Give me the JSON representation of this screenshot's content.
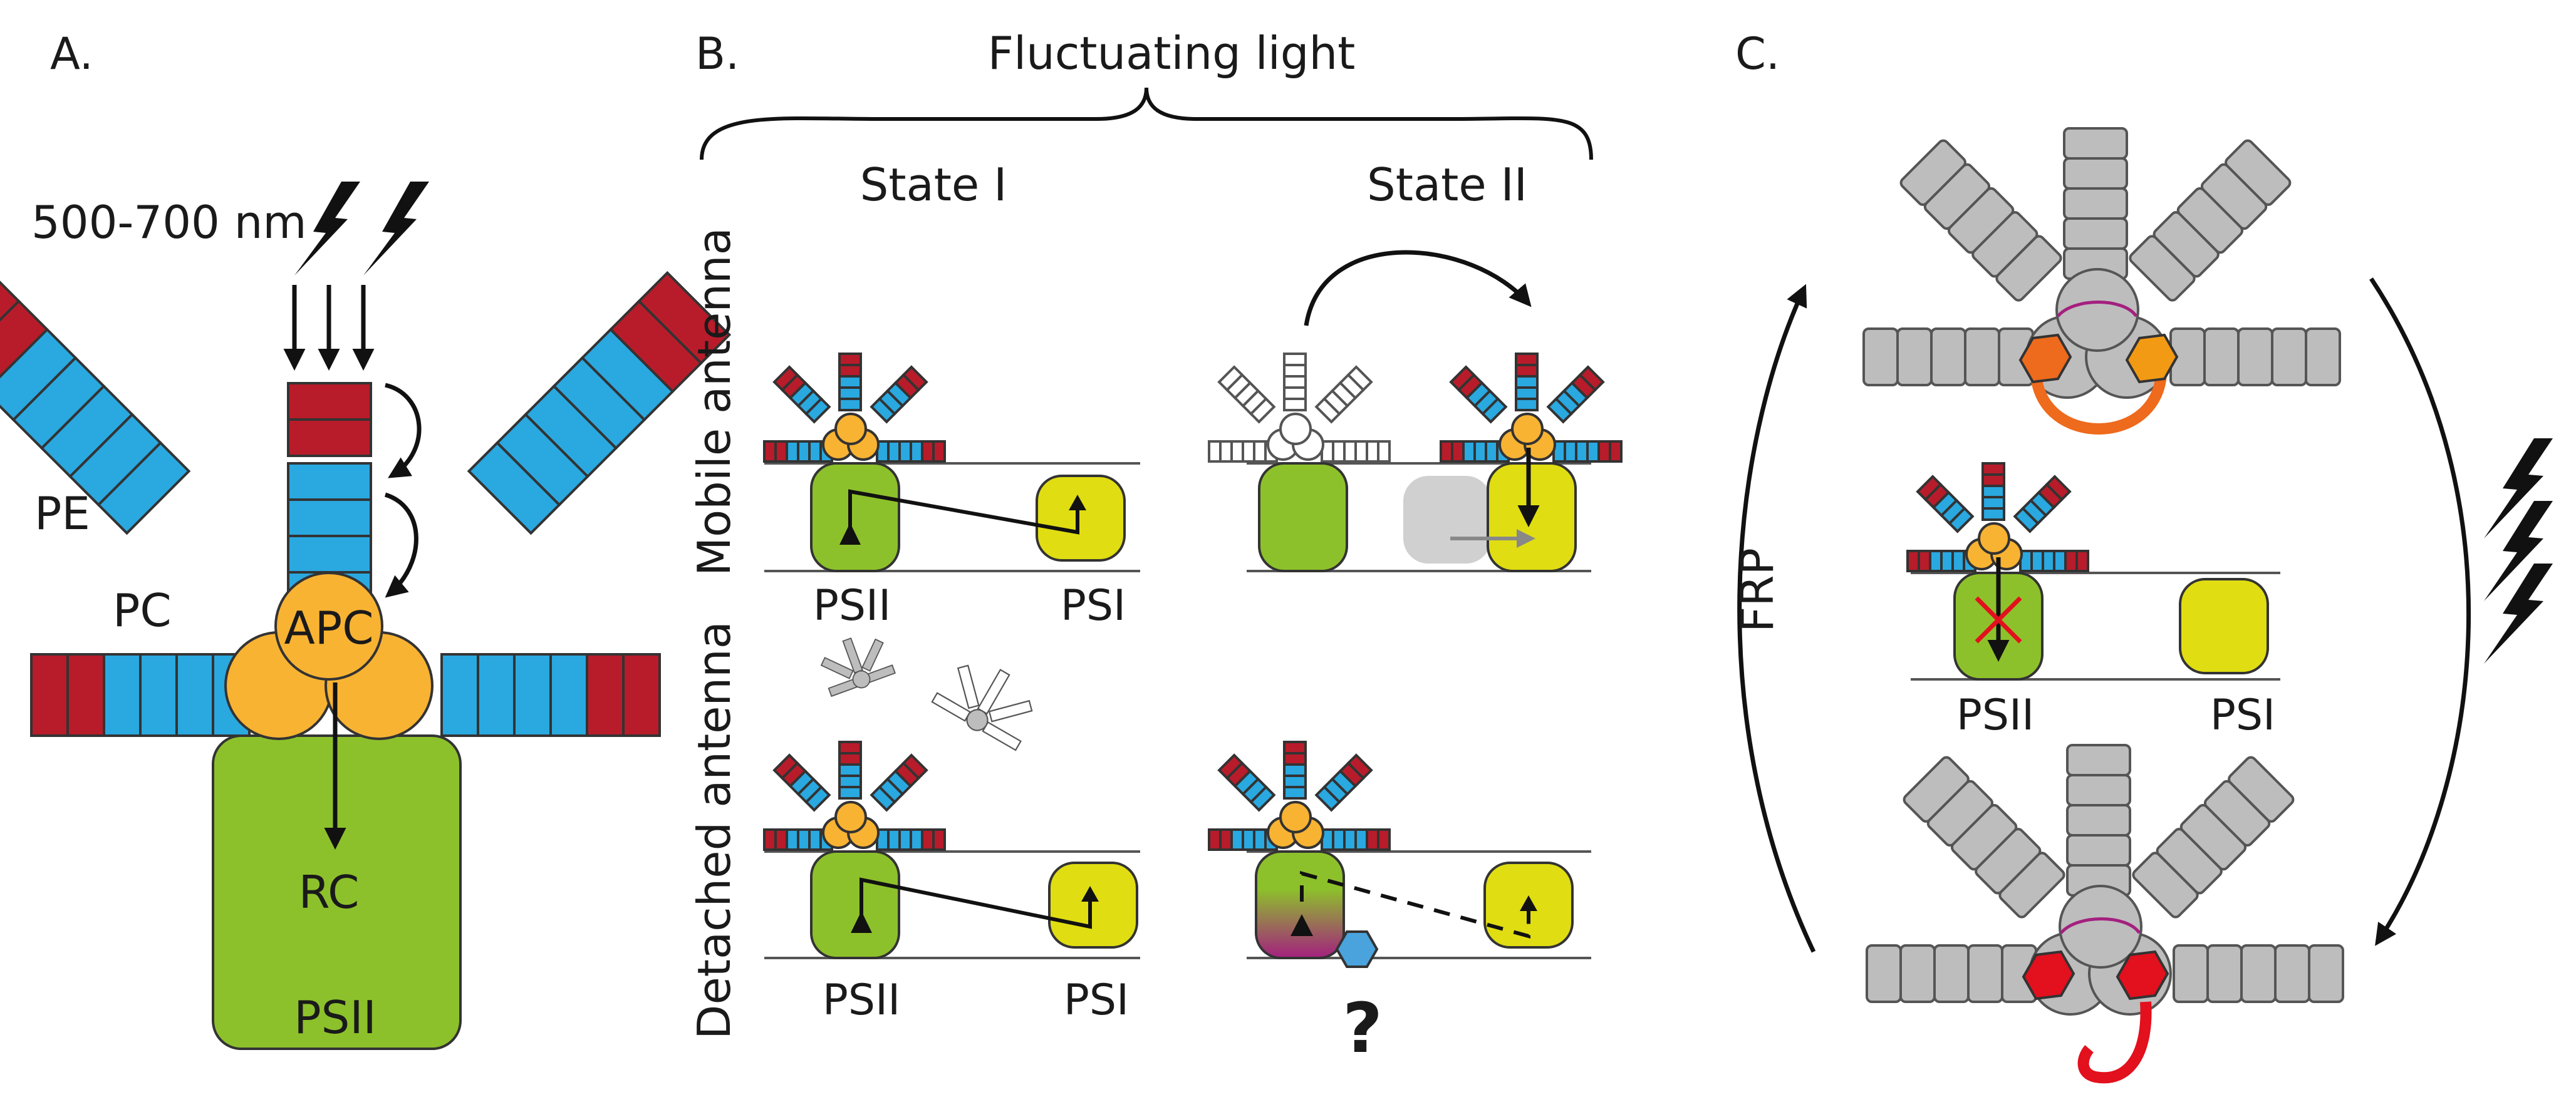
{
  "panels": {
    "a": {
      "letter": "A.",
      "wavelength": "500-700 nm",
      "pe": "PE",
      "pc": "PC",
      "apc": "APC",
      "rc": "RC",
      "psii": "PSII"
    },
    "b": {
      "letter": "B.",
      "title": "Fluctuating light",
      "state1": "State I",
      "state2": "State II",
      "mobile": "Mobile antenna",
      "detached": "Detached antenna",
      "psii": "PSII",
      "psi": "PSI",
      "question": "?"
    },
    "c": {
      "letter": "C.",
      "frp": "FRP",
      "psii": "PSII",
      "psi": "PSI"
    }
  },
  "colors": {
    "pe": "#b81c2a",
    "pc": "#2aa8e0",
    "apc": "#f8b333",
    "psii": "#8dc12b",
    "psi": "#e0dd13",
    "ocp_orange": "#ee6a1c",
    "ocp_red": "#e3101d",
    "quenched_grey": "#bdbdbd"
  },
  "icons": [
    "lightning-bolt-icon",
    "cycle-arrow-icon",
    "question-mark-icon"
  ]
}
